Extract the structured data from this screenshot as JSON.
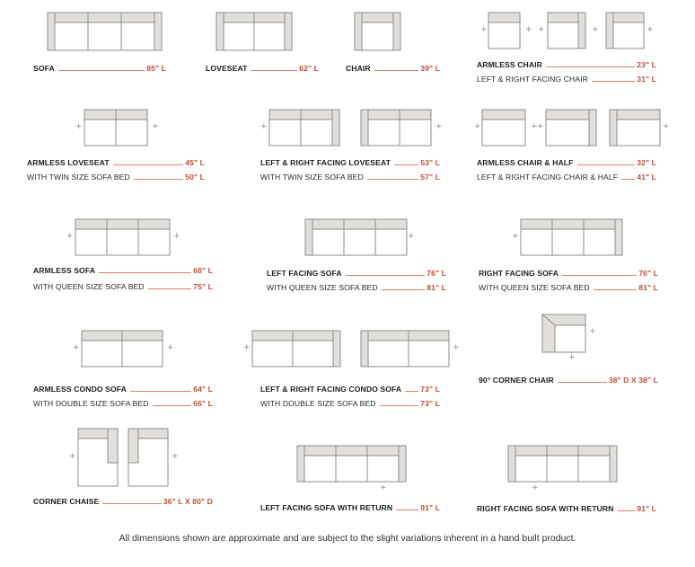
{
  "colors": {
    "outline": "#8c8c8c",
    "arm_fill": "#e2dfdb",
    "dimension": "#c24f38",
    "leader": "#d9836d"
  },
  "items": [
    {
      "lines": [
        {
          "label": "SOFA",
          "dim": "85\" L"
        }
      ]
    },
    {
      "lines": [
        {
          "label": "LOVESEAT",
          "dim": "62\" L"
        }
      ]
    },
    {
      "lines": [
        {
          "label": "CHAIR",
          "dim": "39\" L"
        }
      ]
    },
    {
      "lines": [
        {
          "label": "ARMLESS CHAIR",
          "dim": "23\" L"
        },
        {
          "label": "LEFT & RIGHT FACING CHAIR",
          "dim": "31\" L"
        }
      ]
    },
    {
      "lines": [
        {
          "label": "ARMLESS LOVESEAT",
          "dim": "45\" L"
        },
        {
          "label": "WITH  TWIN SIZE SOFA BED",
          "dim": "50\" L"
        }
      ]
    },
    {
      "lines": [
        {
          "label": "LEFT & RIGHT FACING LOVESEAT",
          "dim": "53\" L"
        },
        {
          "label": "WITH  TWIN SIZE SOFA BED",
          "dim": "57\" L"
        }
      ]
    },
    {
      "lines": [
        {
          "label": "ARMLESS CHAIR & HALF",
          "dim": "32\" L"
        },
        {
          "label": "LEFT & RIGHT FACING CHAIR & HALF",
          "dim": "41\" L"
        }
      ]
    },
    {
      "lines": [
        {
          "label": "ARMLESS SOFA",
          "dim": "68\" L"
        },
        {
          "label": "WITH  QUEEN SIZE SOFA BED",
          "dim": "75\" L"
        }
      ]
    },
    {
      "lines": [
        {
          "label": "LEFT FACING SOFA",
          "dim": "76\" L"
        },
        {
          "label": "WITH  QUEEN SIZE SOFA BED",
          "dim": "81\" L"
        }
      ]
    },
    {
      "lines": [
        {
          "label": "RIGHT FACING SOFA",
          "dim": "76\" L"
        },
        {
          "label": "WITH  QUEEN SIZE SOFA BED",
          "dim": "81\" L"
        }
      ]
    },
    {
      "lines": [
        {
          "label": "ARMLESS CONDO SOFA",
          "dim": "64\" L"
        },
        {
          "label": "WITH DOUBLE SIZE SOFA BED",
          "dim": "66\" L"
        }
      ]
    },
    {
      "lines": [
        {
          "label": "LEFT & RIGHT FACING CONDO SOFA",
          "dim": "73\" L"
        },
        {
          "label": "WITH DOUBLE SIZE SOFA BED",
          "dim": "73\" L"
        }
      ]
    },
    {
      "lines": [
        {
          "label": "90° CORNER CHAIR",
          "dim": "38\" D X 38\" L"
        }
      ]
    },
    {
      "lines": [
        {
          "label": "CORNER CHAISE",
          "dim": "36\" L X 80\" D"
        }
      ]
    },
    {
      "lines": [
        {
          "label": "LEFT FACING SOFA WITH RETURN",
          "dim": "91\" L"
        }
      ]
    },
    {
      "lines": [
        {
          "label": "RIGHT FACING SOFA WITH RETURN",
          "dim": "91\" L"
        }
      ]
    }
  ],
  "footer": "All dimensions shown are approximate and are subject to the slight variations inherent in a hand built product."
}
